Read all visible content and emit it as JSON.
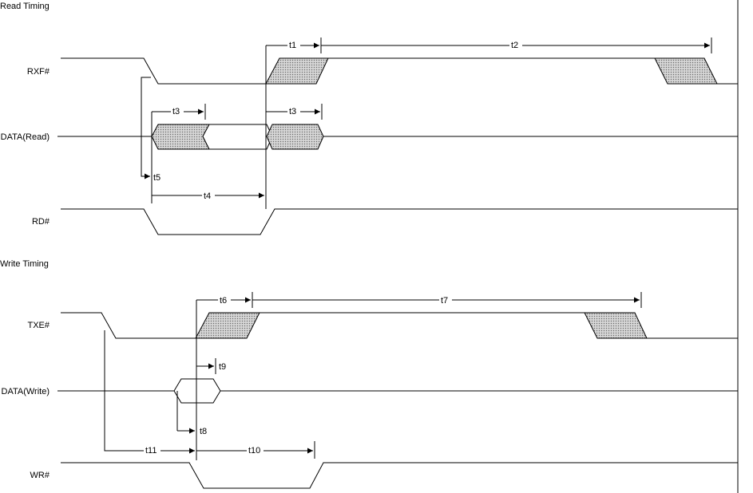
{
  "read_section": {
    "title": "Read Timing",
    "signals": {
      "rxf": "RXF#",
      "data_read": "DATA(Read)",
      "rd": "RD#"
    },
    "labels": {
      "t1": "t1",
      "t2": "t2",
      "t3a": "t3",
      "t3b": "t3",
      "t4": "t4",
      "t5": "t5"
    }
  },
  "write_section": {
    "title": "Write Timing",
    "signals": {
      "txe": "TXE#",
      "data_write": "DATA(Write)",
      "wr": "WR#"
    },
    "labels": {
      "t6": "t6",
      "t7": "t7",
      "t8": "t8",
      "t9": "t9",
      "t10": "t10",
      "t11": "t11"
    }
  }
}
